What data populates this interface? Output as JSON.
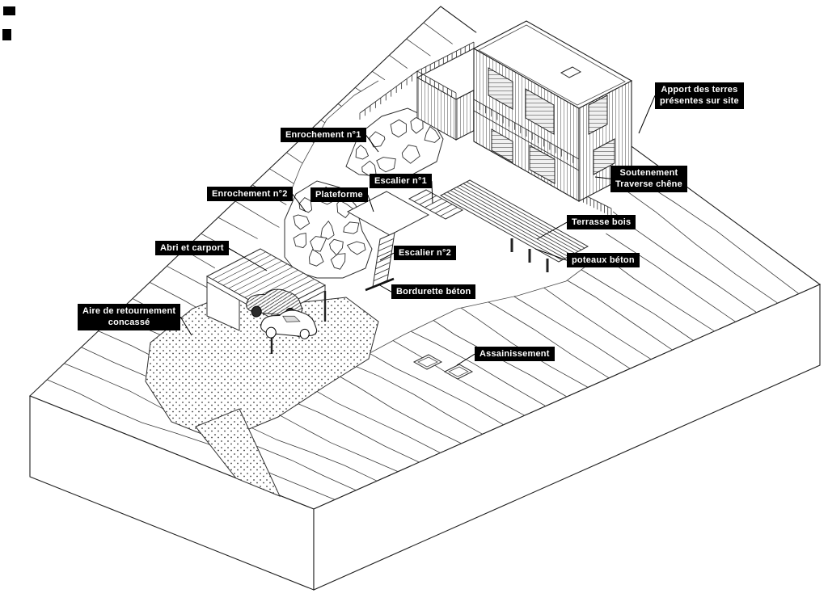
{
  "diagram": {
    "background": "#ffffff",
    "ink": "#1f1f1f",
    "label_bg": "#000000",
    "label_fg": "#ffffff"
  },
  "labels": [
    {
      "id": "apport-terres",
      "text": "Apport des terres\nprésentes sur site"
    },
    {
      "id": "enrochement-1",
      "text": "Enrochement n°1"
    },
    {
      "id": "soutenement",
      "text": "Soutenement\nTraverse chêne"
    },
    {
      "id": "escalier-1",
      "text": "Escalier n°1"
    },
    {
      "id": "enrochement-2",
      "text": "Enrochement n°2"
    },
    {
      "id": "plateforme",
      "text": "Plateforme"
    },
    {
      "id": "terrasse-bois",
      "text": "Terrasse bois"
    },
    {
      "id": "escalier-2",
      "text": "Escalier n°2"
    },
    {
      "id": "poteaux-beton",
      "text": "poteaux béton"
    },
    {
      "id": "abri-carport",
      "text": "Abri et carport"
    },
    {
      "id": "bordurette-beton",
      "text": "Bordurette béton"
    },
    {
      "id": "aire-retournement",
      "text": "Aire de retournement\nconcassé"
    },
    {
      "id": "assainissement",
      "text": "Assainissement"
    }
  ]
}
